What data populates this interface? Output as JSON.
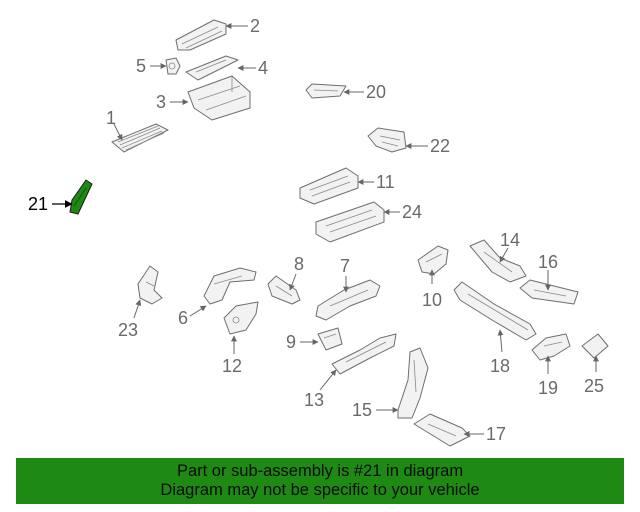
{
  "highlight": {
    "color": "#1e8a14",
    "part": "21"
  },
  "callouts": [
    "1",
    "2",
    "3",
    "4",
    "5",
    "6",
    "7",
    "8",
    "9",
    "10",
    "11",
    "12",
    "13",
    "14",
    "15",
    "16",
    "17",
    "18",
    "19",
    "20",
    "21",
    "22",
    "23",
    "24",
    "25"
  ],
  "banner": {
    "line1": "Part or sub-assembly is #21 in diagram",
    "line2": "Diagram may not be specific to your vehicle"
  }
}
